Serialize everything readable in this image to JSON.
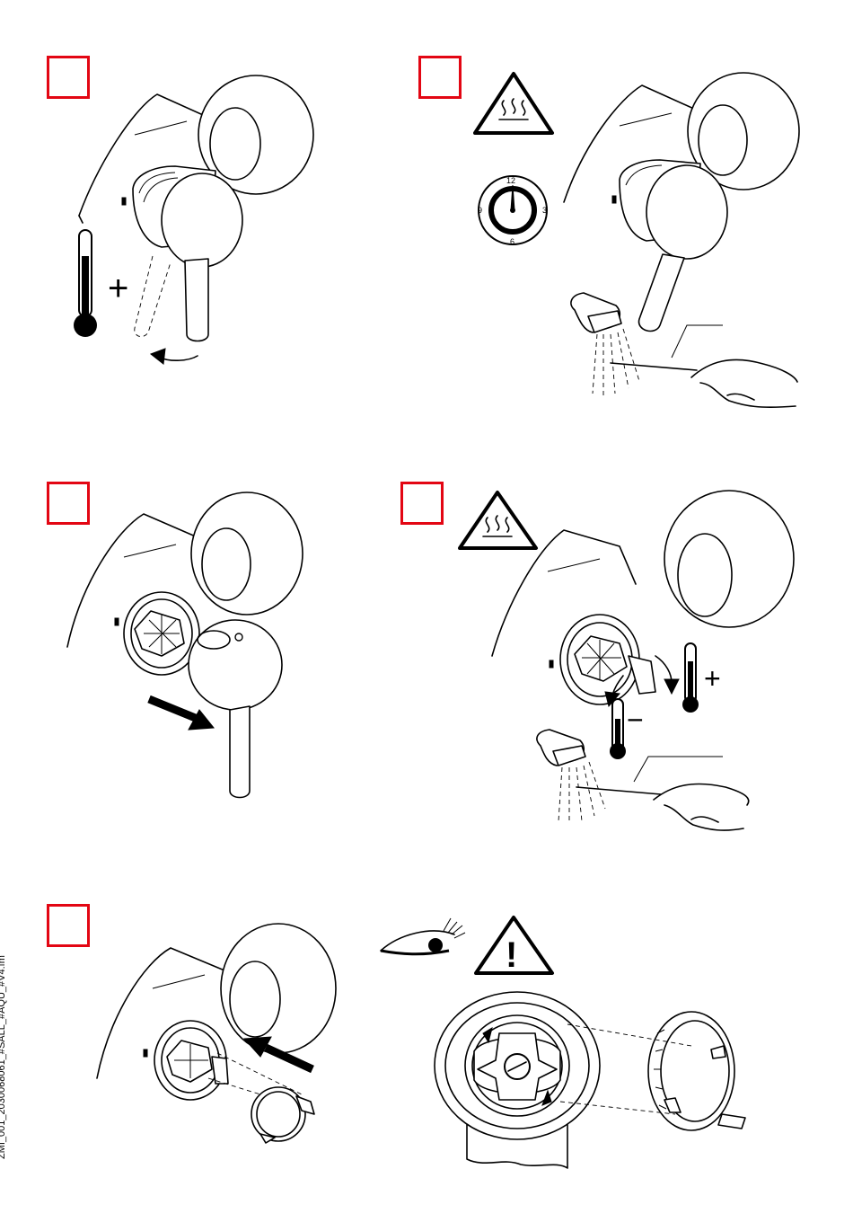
{
  "colors": {
    "step_frame": "#e30613",
    "line": "#000000",
    "background": "#ffffff"
  },
  "side_code": "ZMI_001_2030068061_#SALL_#AQU_#V4.fm",
  "panels": [
    {
      "id": "open-hot",
      "symbol": "+",
      "icons": [
        "thermometer-icon",
        "rotate-arrow-icon"
      ]
    },
    {
      "id": "measure-temp",
      "clock_numbers": [
        "12",
        "3",
        "6",
        "9"
      ],
      "icons": [
        "hot-surface-warning-icon",
        "timer-clock-icon",
        "shower-head-icon",
        "thermometer-probe-icon"
      ]
    },
    {
      "id": "remove-handle",
      "icons": [
        "pull-arrow-icon"
      ]
    },
    {
      "id": "adjust-limit",
      "plus_symbol": "+",
      "minus_symbol": "−",
      "icons": [
        "hot-surface-warning-icon",
        "thermometer-plus-icon",
        "thermometer-minus-icon",
        "shower-head-icon",
        "thermometer-probe-icon"
      ]
    },
    {
      "id": "fit-ring",
      "icons": [
        "push-arrow-icon",
        "limit-ring-icon"
      ]
    },
    {
      "id": "check-ring",
      "warning_mark": "!",
      "icons": [
        "eye-icon",
        "caution-triangle-icon",
        "cartridge-detail-icon",
        "limit-ring-icon"
      ]
    }
  ]
}
